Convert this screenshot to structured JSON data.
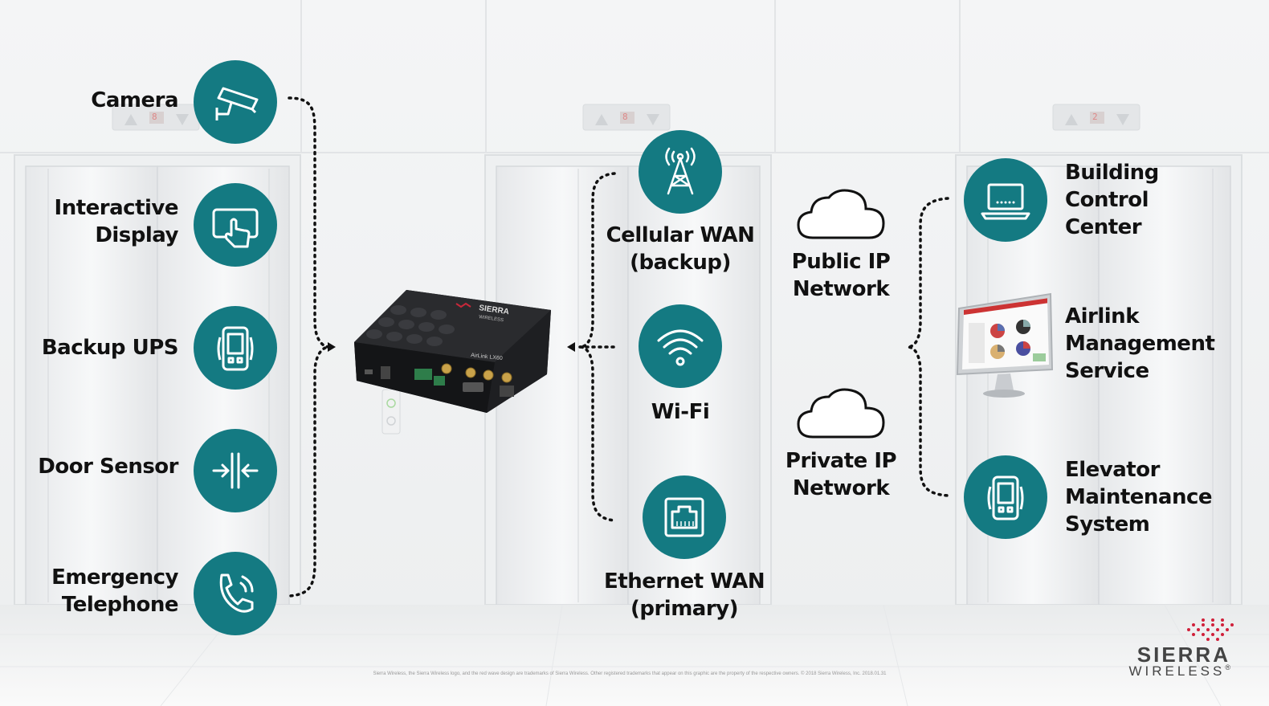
{
  "devices": [
    {
      "id": "camera",
      "lines": [
        "Camera"
      ],
      "icon": "security-camera-icon"
    },
    {
      "id": "interactive-display",
      "lines": [
        "Interactive",
        "Display"
      ],
      "icon": "touch-display-icon"
    },
    {
      "id": "backup-ups",
      "lines": [
        "Backup UPS"
      ],
      "icon": "ups-device-icon"
    },
    {
      "id": "door-sensor",
      "lines": [
        "Door Sensor"
      ],
      "icon": "door-sensor-icon"
    },
    {
      "id": "emergency-telephone",
      "lines": [
        "Emergency",
        "Telephone"
      ],
      "icon": "phone-icon"
    }
  ],
  "router": {
    "brand": "SIERRA WIRELESS",
    "model": "AirLink LX60",
    "icon": "router-icon"
  },
  "wan": [
    {
      "id": "cellular-wan",
      "lines": [
        "Cellular WAN",
        "(backup)"
      ],
      "icon": "cell-tower-icon"
    },
    {
      "id": "wifi",
      "lines": [
        "Wi-Fi"
      ],
      "icon": "wifi-icon"
    },
    {
      "id": "ethernet-wan",
      "lines": [
        "Ethernet WAN",
        "(primary)"
      ],
      "icon": "ethernet-port-icon"
    }
  ],
  "networks": [
    {
      "id": "public-ip",
      "lines": [
        "Public IP",
        "Network"
      ],
      "icon": "cloud-icon"
    },
    {
      "id": "private-ip",
      "lines": [
        "Private IP",
        "Network"
      ],
      "icon": "cloud-icon"
    }
  ],
  "services": [
    {
      "id": "building-control",
      "lines": [
        "Building",
        "Control",
        "Center"
      ],
      "icon": "laptop-icon"
    },
    {
      "id": "airlink-management",
      "lines": [
        "Airlink",
        "Management",
        "Service"
      ],
      "icon": "monitor-dashboard-icon"
    },
    {
      "id": "elevator-maintenance",
      "lines": [
        "Elevator",
        "Maintenance",
        "System"
      ],
      "icon": "handheld-device-icon"
    }
  ],
  "floor_indicators": [
    "8",
    "8",
    "2"
  ],
  "logo": {
    "line1": "SIERRA",
    "line2": "WIRELESS",
    "mark": "®"
  },
  "footnote": "Sierra Wireless, the Sierra Wireless logo, and the red wave design are trademarks of Sierra Wireless. Other registered trademarks that appear on this graphic are the property of the respective owners. © 2018 Sierra Wireless, Inc. 2018.01.31",
  "colors": {
    "teal": "#147a82",
    "text": "#111111",
    "logo_red": "#d0203a"
  }
}
